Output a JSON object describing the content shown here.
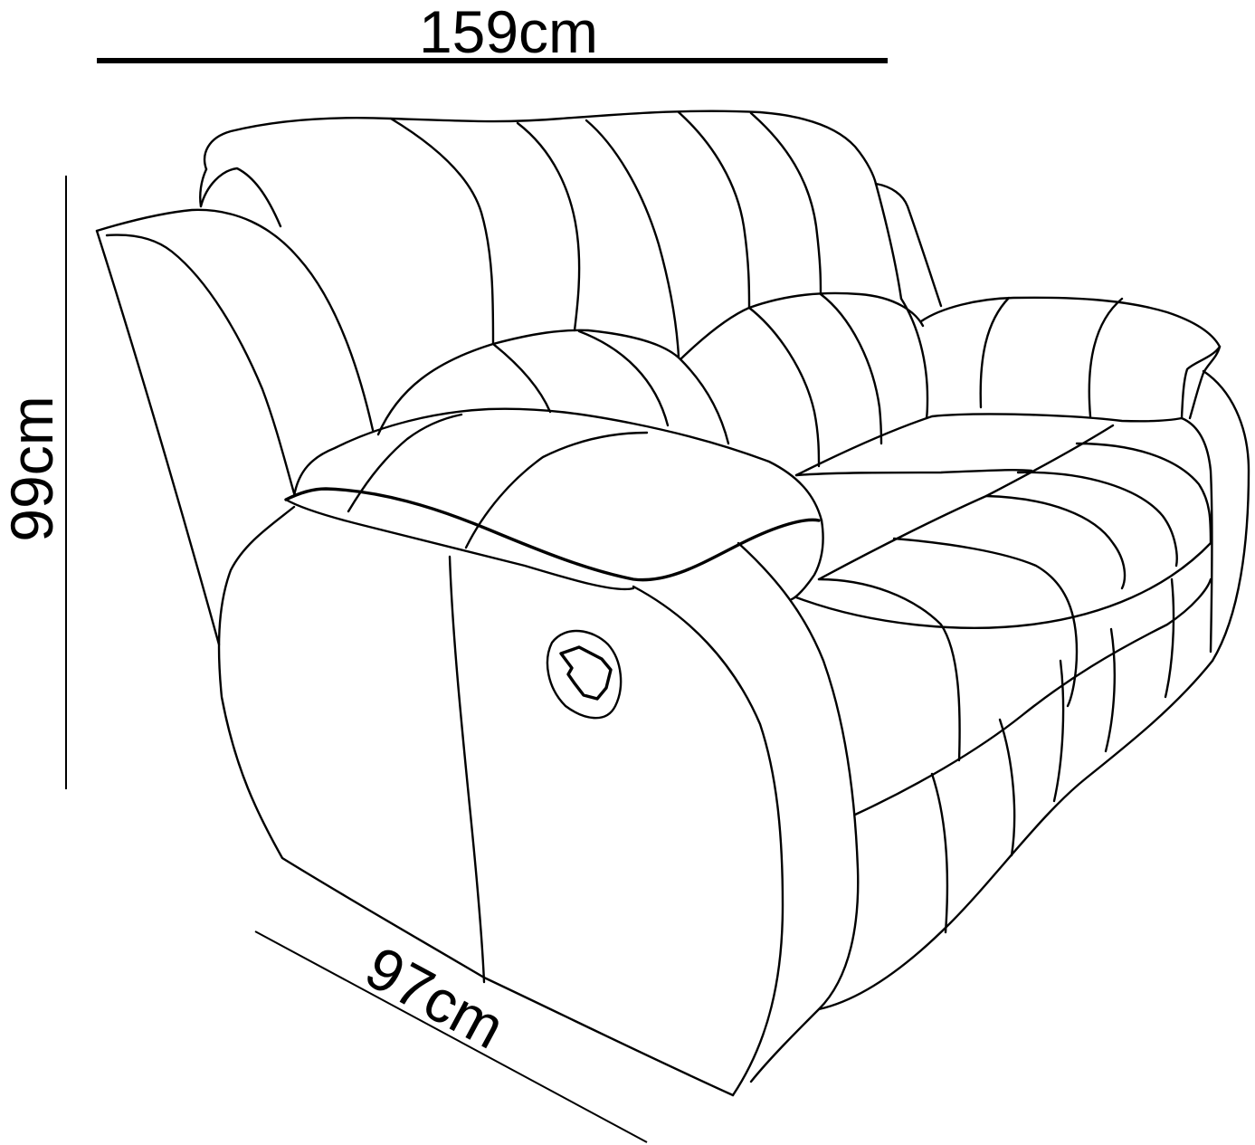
{
  "dimensions": {
    "width": {
      "label": "159cm"
    },
    "height": {
      "label": "99cm"
    },
    "depth": {
      "label": "97cm"
    }
  },
  "colors": {
    "line": "#000000",
    "background": "#ffffff"
  }
}
